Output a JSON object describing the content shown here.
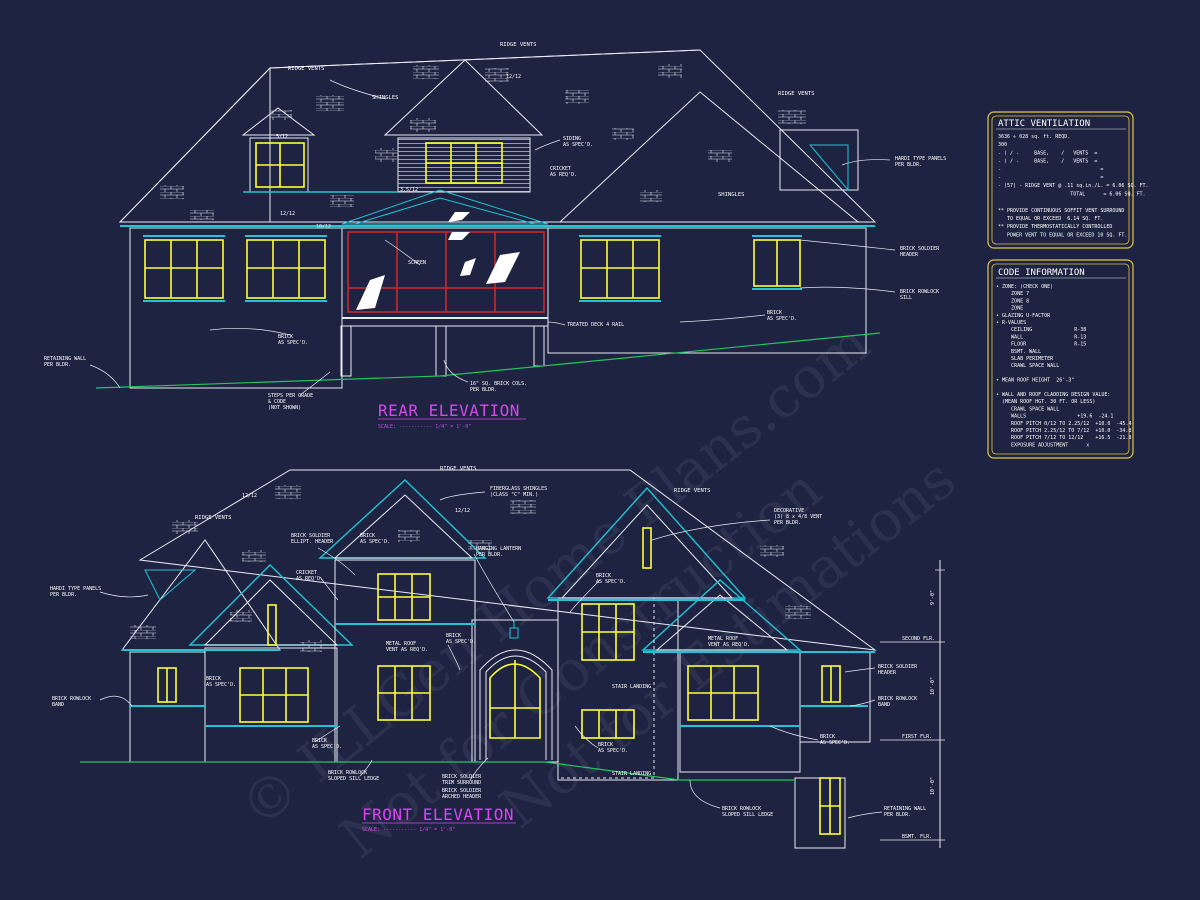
{
  "watermark": {
    "line1": "© ILLGen Home Plans.com",
    "line2": "Not for Construction",
    "line3": "Not for Estimations"
  },
  "rear": {
    "title": "REAR ELEVATION",
    "scale": "SCALE: ----------- 1/4\" = 1'-0\"",
    "notes": {
      "ridge_vents_top": "RIDGE VENTS",
      "ridge_vents_left": "RIDGE VENTS",
      "ridge_vents_right": "RIDGE VENTS",
      "shingles_1": "SHINGLES",
      "shingles_2": "SHINGLES",
      "siding": "SIDING\nAS SPEC'D.",
      "cricket": "CRICKET\nAS REQ'D.",
      "hardi": "HARDI TYPE PANELS\nPER BLDR.",
      "screen": "SCREEN",
      "brick_soldier": "BRICK SOLDIER\nHEADER",
      "brick_rowlock": "BRICK ROWLOCK\nSILL",
      "brick_1": "BRICK\nAS SPEC'D.",
      "brick_2": "BRICK\nAS SPEC'D.",
      "treated_deck": "TREATED DECK 4 RAIL",
      "retaining": "RETAINING WALL\nPER BLDR.",
      "steps": "STEPS PER GRADE\n& CODE\n(NOT SHOWN)",
      "cols": "16\" SQ. BRICK COLS.\nPER BLDR.",
      "dim_1": "5/12",
      "dim_2": "3.5/12",
      "dim_3": "10/12",
      "dim_4": "12/12",
      "dim_5": "12/12"
    }
  },
  "front": {
    "title": "FRONT ELEVATION",
    "scale": "SCALE: ----------- 1/4\" = 1'-0\"",
    "notes": {
      "ridge_vents_top": "RIDGE VENTS",
      "ridge_vents_left": "RIDGE VENTS",
      "ridge_vents_right": "RIDGE VENTS",
      "fiberglass": "FIBERGLASS SHINGLES\n(CLASS \"C\" MIN.)",
      "decorative": "DECORATIVE\n(3) 8 x 4/8 VENT\nPER BLDR.",
      "hardi": "HARDI TYPE PANELS\nPER BLDR.",
      "soldier_ellipt": "BRICK SOLDIER\nELLIPT. HEADER",
      "brick_a": "BRICK\nAS SPEC'D.",
      "cricket": "CRICKET\nAS REQ'D.",
      "lantern": "HANGING LANTERN\nPER BLDR.",
      "brick_b": "BRICK\nAS SPEC'D.",
      "metal_roof_1": "METAL ROOF\nVENT AS REQ'D.",
      "brick_c": "BRICK\nAS SPEC'D.",
      "metal_roof_2": "METAL ROOF\nVENT AS REQ'D.",
      "brick_d": "BRICK\nAS SPEC'D.",
      "rowlock_band_l": "BRICK ROWLOCK\nBAND",
      "brick_e": "BRICK\nAS SPEC'D.",
      "brick_f": "BRICK\nAS SPEC'D.",
      "rowlock_sloped_1": "BRICK ROWLOCK\nSLOPED SILL LEDGE",
      "soldier_trim": "BRICK SOLDIER\nTRIM SURROUND",
      "soldier_arched": "BRICK SOLDIER\nARCHED HEADER",
      "stair_landing_1": "STAIR LANDING",
      "stair_landing_2": "STAIR LANDING",
      "brick_g": "BRICK\nAS SPEC'D.",
      "rowlock_sloped_2": "BRICK ROWLOCK\nSLOPED SILL LEDGE",
      "soldier_header_r": "BRICK SOLDIER\nHEADER",
      "rowlock_band_r": "BRICK ROWLOCK\nBAND",
      "brick_h": "BRICK\nAS SPEC'D.",
      "retaining": "RETAINING WALL\nPER BLDR.",
      "second_flr": "SECOND FLR.",
      "first_flr": "FIRST FLR.",
      "bsmt_flr": "BSMT. FLR.",
      "dim_top": "9'-0\"",
      "dim_mid": "10'-0\"",
      "dim_bot": "10'-0\"",
      "pitch_1": "12/12",
      "pitch_2": "12/12"
    }
  },
  "attic": {
    "heading": "ATTIC VENTILATION",
    "lines": [
      "3636 ÷ 028 sq. ft. REQD.",
      "300",
      "- ( / -     BASE,    /   VENTS  =",
      "- ( / -     BASE,    /   VENTS  =",
      "-                                 =",
      "-                                 =",
      "- (57) - RIDGE VENT @ .11 sq.in./L. = 6.06 SQ. FT.",
      "                        TOTAL      = 6.06 SQ. FT.",
      "",
      "** PROVIDE CONTINUOUS SOFFIT VENT SURROUND",
      "   TO EQUAL OR EXCEED  6.14 SQ. FT.",
      "** PROVIDE THERMOSTATICALLY CONTROLLED",
      "   POWER VENT TO EQUAL OR EXCEED 10 SQ. FT."
    ]
  },
  "code": {
    "heading": "CODE INFORMATION",
    "lines": [
      "• ZONE: (CHECK ONE)",
      "     ZONE 7",
      "     ZONE 8",
      "     ZONE",
      "• GLAZING U-FACTOR",
      "• R-VALUES",
      "     CEILING              R-38",
      "     WALL                 R-13",
      "     FLOOR                R-15",
      "     BSMT. WALL",
      "     SLAB PERIMETER",
      "     CRAWL SPACE WALL",
      "",
      "• MEAN ROOF HEIGHT  26'-3\"",
      "",
      "• WALL AND ROOF CLADDING DESIGN VALUE:",
      "  (MEAN ROOF HGT. 30 FT. OR LESS)",
      "     CRAWL SPACE WALL",
      "     WALLS                 +19.6  -24.1",
      "     ROOF PITCH 0/12 TO 2.25/12  +10.0  -45.4",
      "     ROOF PITCH 2.25/12 TO 7/12  +10.0  -34.8",
      "     ROOF PITCH 7/12 TO 12/12    +16.5  -21.8",
      "     EXPOSURE ADJUSTMENT      x"
    ]
  },
  "colors": {
    "background": "#1d2340",
    "outline": "#e8ecf5",
    "trim": "#21c4d6",
    "window": "#ffff33",
    "screen": "#d1282c",
    "ground": "#22c55e",
    "title": "#d946ef",
    "box": "#e5c84a"
  }
}
